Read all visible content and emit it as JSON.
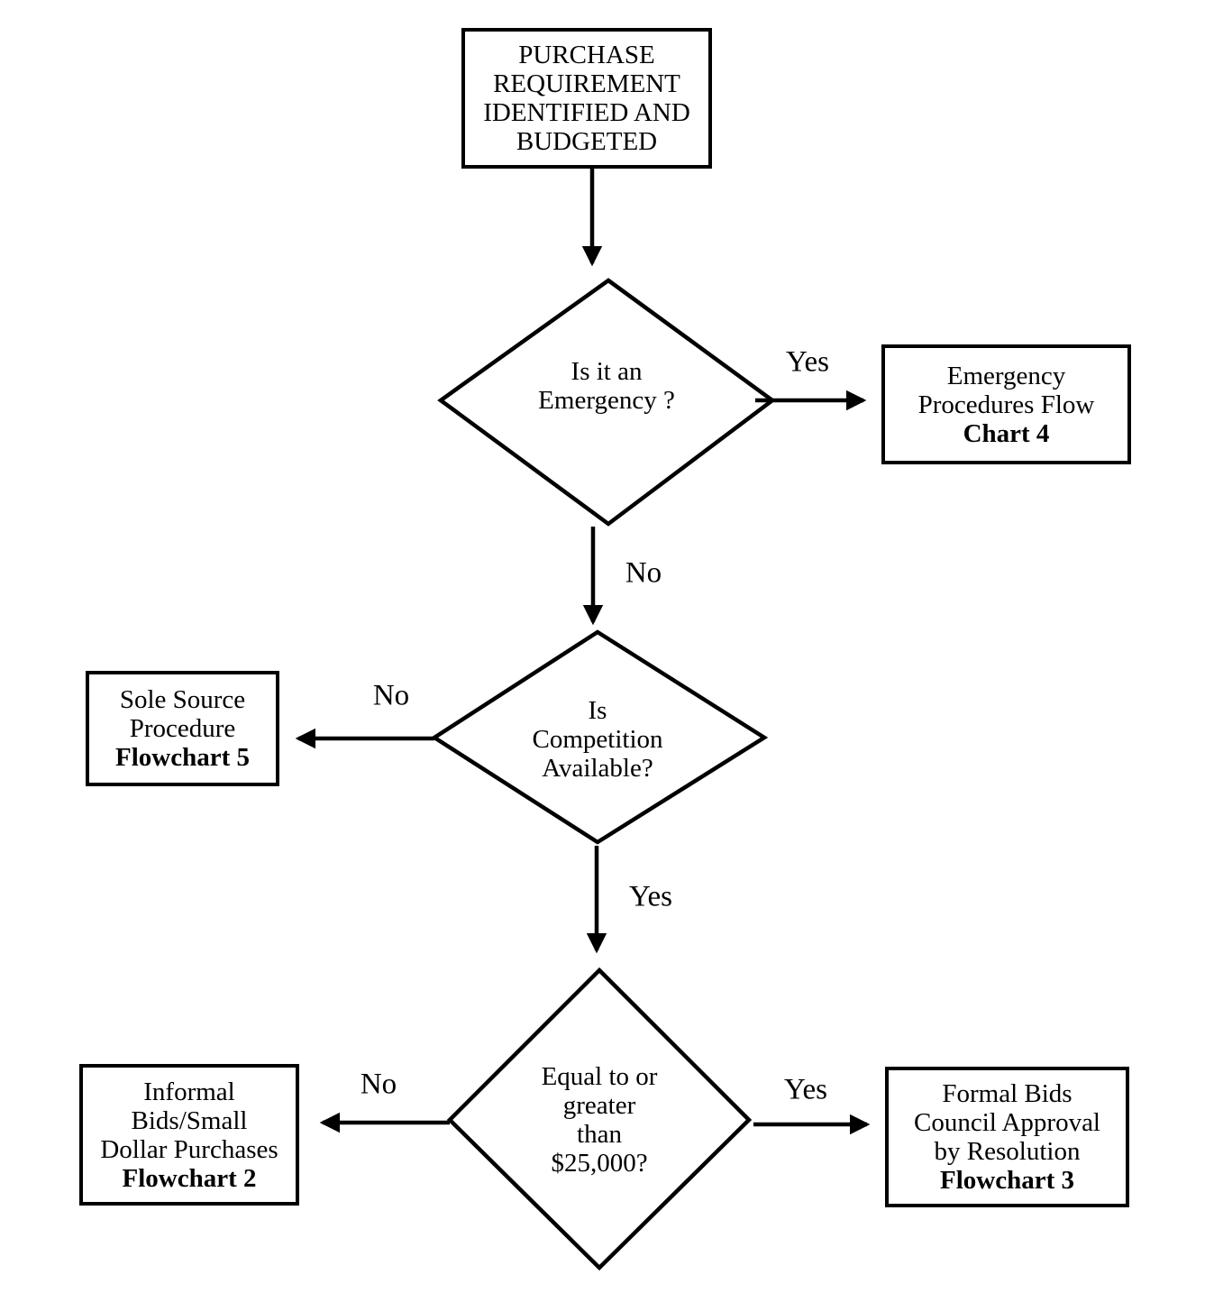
{
  "diagram": {
    "type": "flowchart",
    "background": "#ffffff",
    "stroke_color": "#000000",
    "text_color": "#000000"
  },
  "nodes": {
    "start": {
      "shape": "rectangle",
      "lines": [
        "PURCHASE",
        "REQUIREMENT",
        "IDENTIFIED AND",
        "BUDGETED"
      ]
    },
    "is_emergency": {
      "shape": "diamond",
      "lines": [
        "Is it an",
        "Emergency ?"
      ]
    },
    "emergency_procedures": {
      "shape": "rectangle",
      "lines": [
        "Emergency",
        "Procedures Flow"
      ],
      "bold_line": "Chart 4"
    },
    "is_competition_available": {
      "shape": "diamond",
      "lines": [
        "Is",
        "Competition",
        "Available?"
      ]
    },
    "sole_source": {
      "shape": "rectangle",
      "lines": [
        "Sole Source",
        "Procedure"
      ],
      "bold_line": "Flowchart 5"
    },
    "threshold_25000": {
      "shape": "diamond",
      "lines": [
        "Equal to or",
        "greater",
        "than",
        "$25,000?"
      ]
    },
    "informal_bids": {
      "shape": "rectangle",
      "lines": [
        "Informal",
        "Bids/Small",
        "Dollar Purchases"
      ],
      "bold_line": "Flowchart 2"
    },
    "formal_bids": {
      "shape": "rectangle",
      "lines": [
        "Formal Bids",
        "Council Approval",
        "by Resolution"
      ],
      "bold_line": "Flowchart 3"
    }
  },
  "edges": [
    {
      "from": "start",
      "to": "is_emergency",
      "label": ""
    },
    {
      "from": "is_emergency",
      "to": "emergency_procedures",
      "label": "Yes"
    },
    {
      "from": "is_emergency",
      "to": "is_competition_available",
      "label": "No"
    },
    {
      "from": "is_competition_available",
      "to": "sole_source",
      "label": "No"
    },
    {
      "from": "is_competition_available",
      "to": "threshold_25000",
      "label": "Yes"
    },
    {
      "from": "threshold_25000",
      "to": "informal_bids",
      "label": "No"
    },
    {
      "from": "threshold_25000",
      "to": "formal_bids",
      "label": "Yes"
    }
  ]
}
